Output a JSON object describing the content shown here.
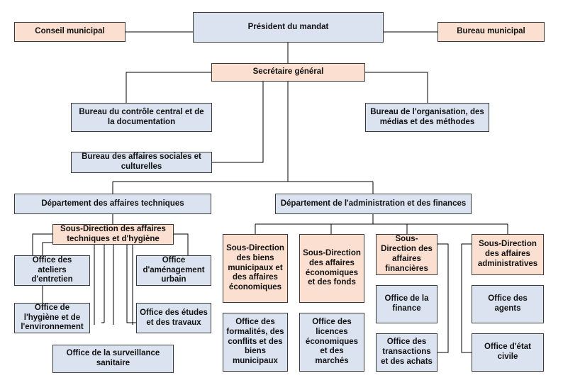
{
  "colors": {
    "unit_fill": "#dbe3f1",
    "lead_fill": "#fbdfd0",
    "line": "#000000",
    "border": "#3a3a3a"
  },
  "org": {
    "president": "Président du mandat",
    "conseil": "Conseil municipal",
    "bureau_municipal": "Bureau municipal",
    "secretaire": "Secrétaire général",
    "bureau_controle": "Bureau du contrôle central et de la documentation",
    "bureau_organisation": "Bureau de l'organisation, des médias et des méthodes",
    "bureau_sociales": "Bureau des affaires sociales et culturelles",
    "dept_techniques": "Département des affaires techniques",
    "dept_administration": "Département de l'administration et des finances",
    "sd_techniques": "Sous-Direction des affaires techniques et d'hygiène",
    "office_ateliers": "Office des ateliers d'entretien",
    "office_hygiene": "Office de l'hygiène et de l'environnement",
    "office_amenagement": "Office d'aménagement urbain",
    "office_etudes": "Office des études et des travaux",
    "office_surveillance": "Office de la surveillance sanitaire",
    "sd_biens": "Sous-Direction des biens municipaux et des affaires économiques",
    "sd_economiques": "Sous-Direction des affaires économiques et des fonds",
    "sd_financieres": "Sous-Direction des affaires financières",
    "sd_administratives": "Sous-Direction des affaires administratives",
    "office_formalites": "Office des formalités, des conflits et des biens municipaux",
    "office_licences": "Office des licences économiques et des marchés",
    "office_finance": "Office de la finance",
    "office_transactions": "Office des transactions et des achats",
    "office_agents": "Office des agents",
    "office_etat_civil": "Office d'état civile"
  }
}
